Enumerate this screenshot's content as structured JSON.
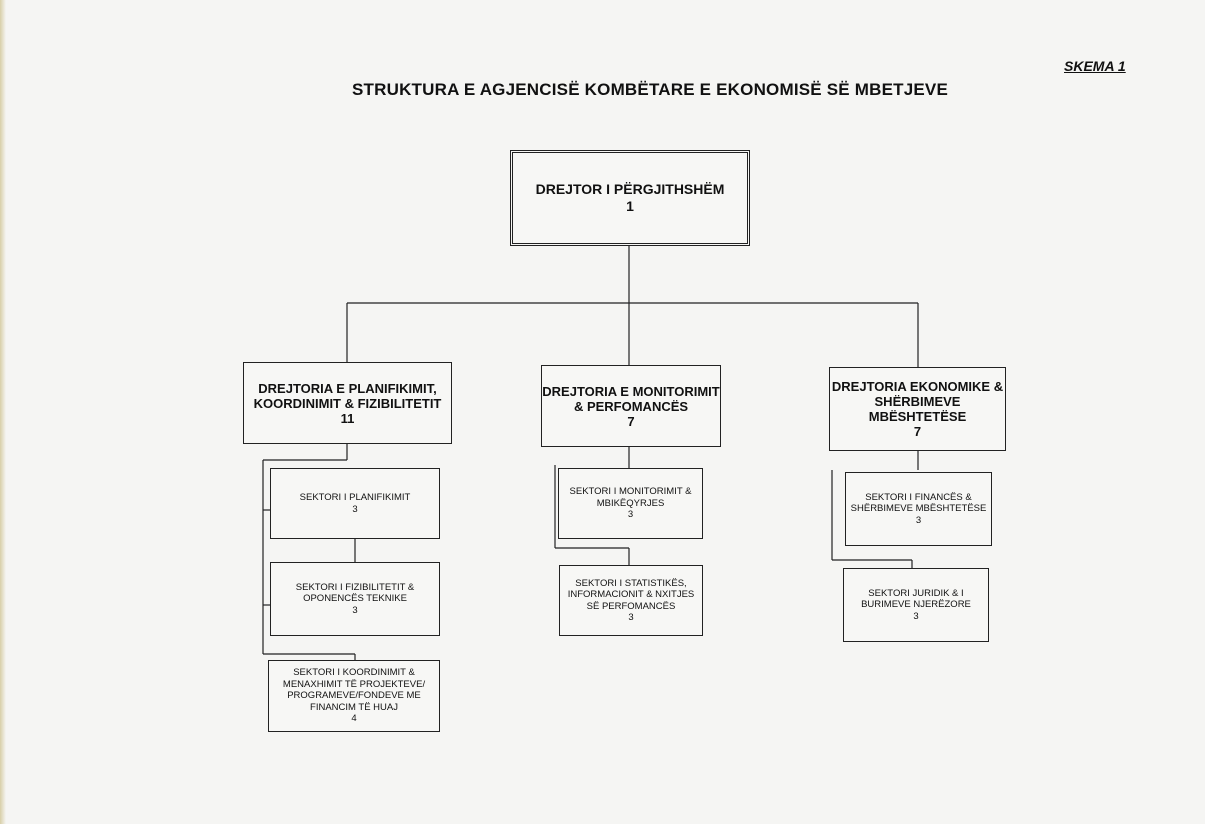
{
  "header": {
    "schema_label": "SKEMA 1",
    "title": "STRUKTURA E AGJENCISË KOMBËTARE E EKONOMISË SË MBETJEVE"
  },
  "director": {
    "label": "DREJTOR I PËRGJITHSHËM",
    "count": "1"
  },
  "departments": [
    {
      "label": "DREJTORIA E PLANIFIKIMIT,\nKOORDINIMIT & FIZIBILITETIT",
      "count": "11",
      "sectors": [
        {
          "label": "SEKTORI I PLANIFIKIMIT",
          "count": "3"
        },
        {
          "label": "SEKTORI I FIZIBILITETIT &\nOPONENCËS TEKNIKE",
          "count": "3"
        },
        {
          "label": "SEKTORI I KOORDINIMIT &\nMENAXHIMIT TË PROJEKTEVE/\nPROGRAMEVE/FONDEVE ME\nFINANCIM TË HUAJ",
          "count": "4"
        }
      ]
    },
    {
      "label": "DREJTORIA E MONITORIMIT\n& PERFOMANCËS",
      "count": "7",
      "sectors": [
        {
          "label": "SEKTORI I MONITORIMIT &\nMBIKËQYRJES",
          "count": "3"
        },
        {
          "label": "SEKTORI I STATISTIKËS,\nINFORMACIONIT & NXITJES\nSË PERFOMANCËS",
          "count": "3"
        }
      ]
    },
    {
      "label": "DREJTORIA EKONOMIKE &\nSHËRBIMEVE\nMBËSHTETËSE",
      "count": "7",
      "sectors": [
        {
          "label": "SEKTORI I FINANCËS &\nSHËRBIMEVE MBËSHTETËSE",
          "count": "3"
        },
        {
          "label": "SEKTORI JURIDIK & I\nBURIMEVE NJERËZORE",
          "count": "3"
        }
      ]
    }
  ]
}
